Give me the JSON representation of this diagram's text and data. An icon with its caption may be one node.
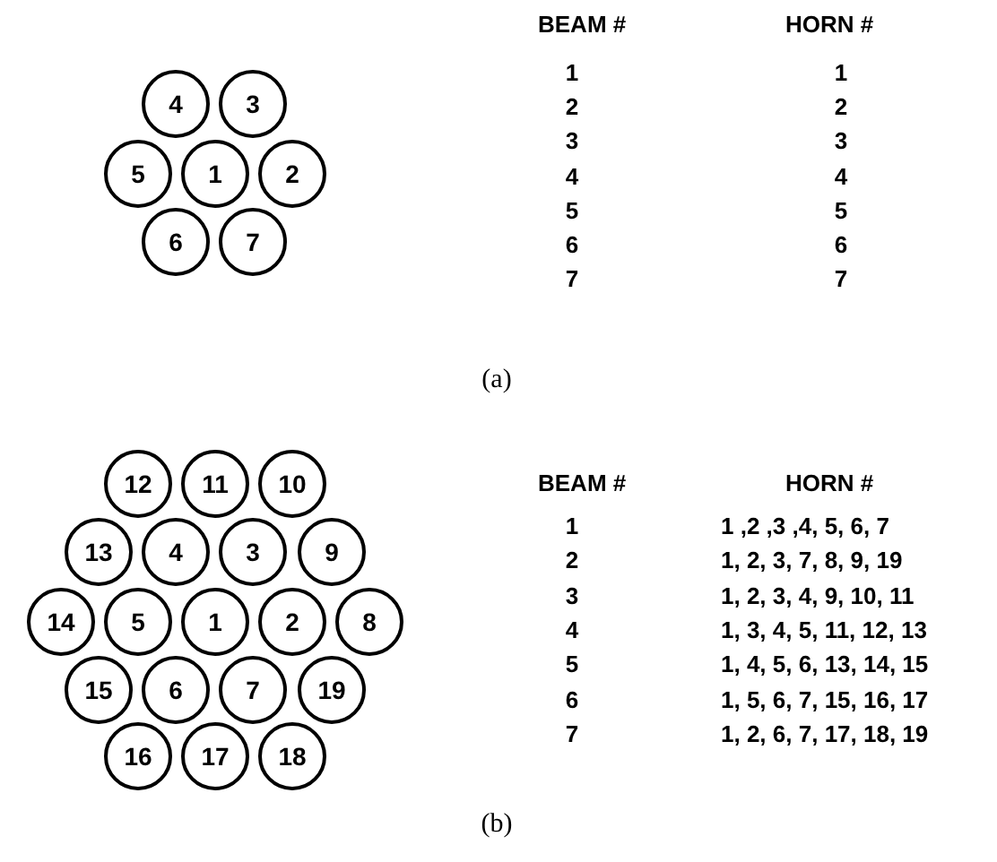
{
  "diagram": {
    "nodes": [
      {
        "text": [
          "4"
        ]
      },
      {
        "text": [
          "3"
        ]
      },
      {
        "text": [
          "5"
        ]
      },
      {
        "text": [
          "1"
        ]
      },
      {
        "text": [
          "2"
        ]
      },
      {
        "text": [
          "6"
        ]
      },
      {
        "text": [
          "7"
        ]
      },
      {
        "text": [
          "12"
        ]
      },
      {
        "text": [
          "11"
        ]
      },
      {
        "text": [
          "10"
        ]
      },
      {
        "text": [
          "13"
        ]
      },
      {
        "text": [
          "4"
        ]
      },
      {
        "text": [
          "3"
        ]
      },
      {
        "text": [
          "9"
        ]
      },
      {
        "text": [
          "14"
        ]
      },
      {
        "text": [
          "5"
        ]
      },
      {
        "text": [
          "1"
        ]
      },
      {
        "text": [
          "2"
        ]
      },
      {
        "text": [
          "8"
        ]
      },
      {
        "text": [
          "15"
        ]
      },
      {
        "text": [
          "6"
        ]
      },
      {
        "text": [
          "7"
        ]
      },
      {
        "text": [
          "19"
        ]
      },
      {
        "text": [
          "16"
        ]
      },
      {
        "text": [
          "17"
        ]
      },
      {
        "text": [
          "18"
        ]
      }
    ],
    "edges": [],
    "labels": [
      "BEAM #",
      "HORN #",
      "1",
      "1",
      "2",
      "2",
      "3",
      "3",
      "4",
      "4",
      "5",
      "5",
      "6",
      "6",
      "7",
      "7",
      "(a)",
      "BEAM #",
      "HORN #",
      "1",
      "1 ,2 ,3 ,4, 5, 6, 7",
      "2",
      "1, 2, 3, 7, 8, 9, 19",
      "3",
      "1, 2, 3, 4, 9, 10, 11",
      "4",
      "1, 3, 4, 5, 11, 12, 13",
      "5",
      "1, 4, 5, 6, 13, 14, 15",
      "6",
      "1, 5, 6, 7, 15, 16, 17",
      "7",
      "1, 2, 6, 7, 17, 18, 19",
      "(b)"
    ]
  }
}
